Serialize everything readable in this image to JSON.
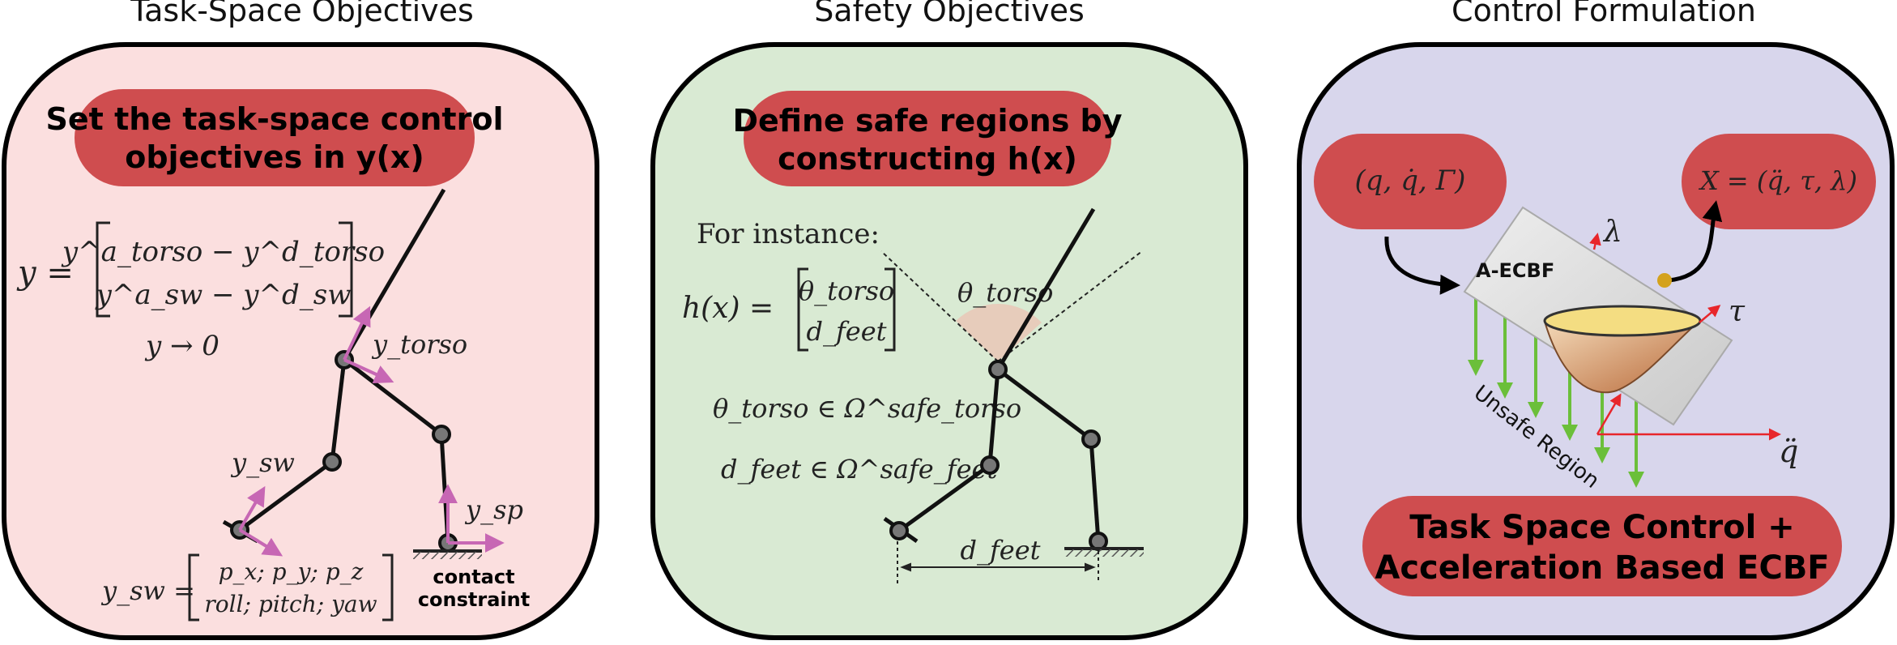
{
  "panels": {
    "task": {
      "title": "Task-Space Objectives",
      "pill": [
        "Set the task-space control",
        "objectives in y(x)"
      ],
      "y_def_lhs": "y =",
      "y_row1": "y^a_torso − y^d_torso",
      "y_row2": "y^a_sw − y^d_sw",
      "y_goal": "y → 0",
      "label_torso": "y_torso",
      "label_sw": "y_sw",
      "label_sp": "y_sp",
      "ysw_lhs": "y_sw =",
      "ysw_row1": "p_x; p_y; p_z",
      "ysw_row2": "roll; pitch; yaw",
      "contact": [
        "contact",
        "constraint"
      ],
      "colors": {
        "background": "#fbdfdf",
        "pill": "#cf4d4f",
        "vectors": "#c767b4"
      }
    },
    "safety": {
      "title": "Safety Objectives",
      "pill": [
        "Define safe regions by",
        "constructing h(x)"
      ],
      "for_instance": "For instance:",
      "h_lhs": "h(x) =",
      "h_row1": "θ_torso",
      "h_row2": "d_feet",
      "cond1": "θ_torso ∈ Ω^safe_torso",
      "cond2": "d_feet ∈ Ω^safe_feet",
      "label_theta": "θ_torso",
      "label_dfeet": "d_feet",
      "colors": {
        "background": "#d9ead3",
        "pill": "#cf4d4f",
        "cone": "#e8c9b8"
      }
    },
    "control": {
      "title": "Control Formulation",
      "input_pill": "(q, q̇, Γ)",
      "output_pill": "X = (q̈, τ, λ)",
      "plane_label": "A-ECBF",
      "lambda": "λ",
      "tau": "τ",
      "qddot": "q̈",
      "unsafe": "Unsafe Region",
      "bottom_pill": [
        "Task Space Control +",
        "Acceleration Based ECBF"
      ],
      "colors": {
        "background": "#d8d6ec",
        "pill": "#cf4d4f",
        "arrows": "#6bbf3a",
        "axes": "#e8262b"
      }
    }
  }
}
